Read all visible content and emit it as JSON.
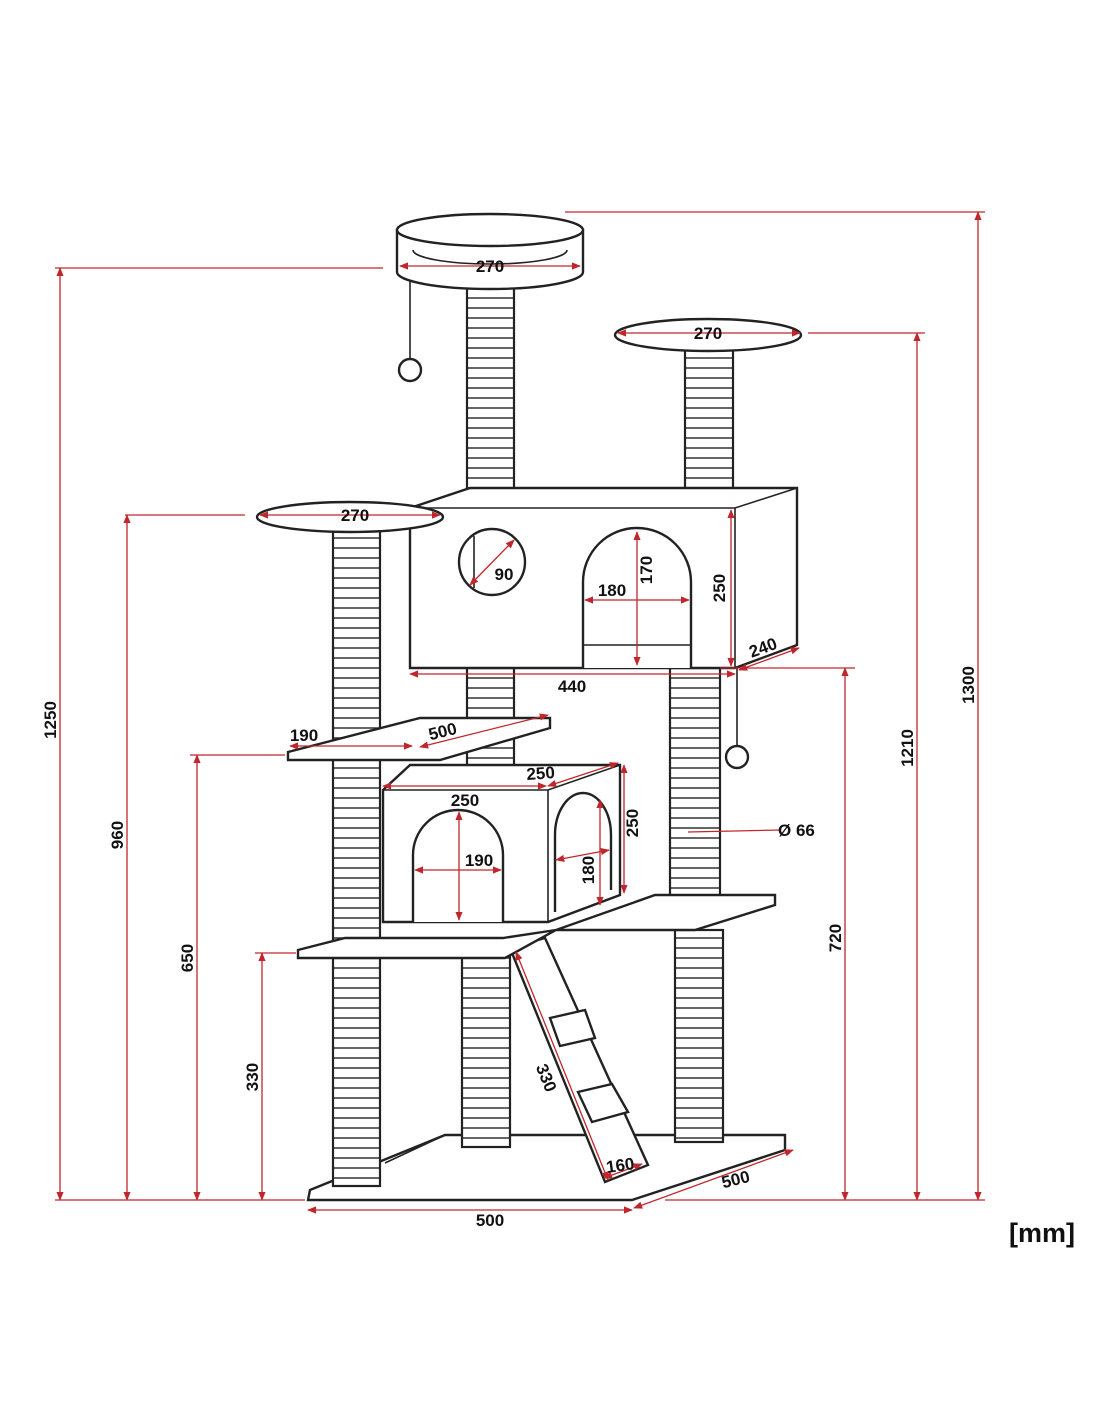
{
  "unit": "[mm]",
  "colors": {
    "line": "#222222",
    "dimension": "#c0272d",
    "text": "#111111",
    "background": "#ffffff"
  },
  "heights": {
    "h1250": "1250",
    "h960": "960",
    "h650": "650",
    "h330": "330",
    "h720": "720",
    "h1210": "1210",
    "h1300": "1300"
  },
  "platforms": {
    "top_bed": "270",
    "right_top": "270",
    "left_top": "270",
    "shelf_depth": "190",
    "shelf_width": "500"
  },
  "upper_house": {
    "hole_diameter": "90",
    "door_height": "170",
    "door_width": "180",
    "height": "250",
    "depth": "240",
    "width": "440"
  },
  "lower_house": {
    "top_width": "250",
    "front_width": "250",
    "height": "250",
    "door_width": "190",
    "side_door_height": "180"
  },
  "post_diameter": "Ø 66",
  "ramp": {
    "length": "330",
    "width": "160"
  },
  "base": {
    "width": "500",
    "depth": "500"
  }
}
